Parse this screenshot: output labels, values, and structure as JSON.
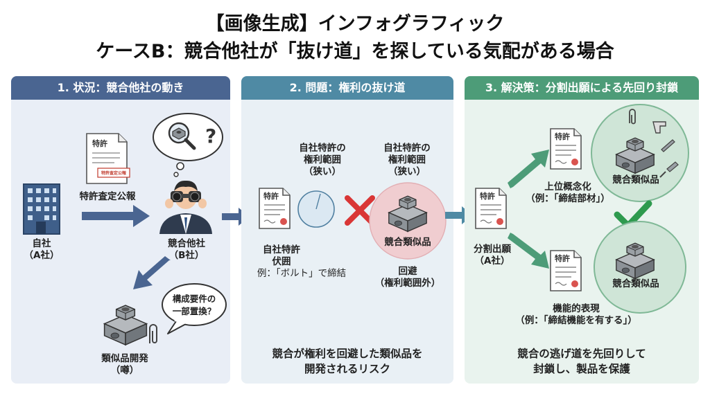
{
  "title": {
    "line1": "【画像生成】インフォグラフィック",
    "line2": "ケースB：競合他社が「抜け道」を探している気配がある場合"
  },
  "panels": [
    {
      "header": "1. 状況：競合他社の動き",
      "company": {
        "line1": "自社",
        "line2": "（A社）"
      },
      "document": {
        "doc_title": "特許",
        "stamp": "特許査定公報",
        "caption": "特許査定公報"
      },
      "competitor": {
        "line1": "競合他社",
        "line2": "（B社）"
      },
      "bubble": {
        "line1": "構成要件の",
        "line2": "一部置換？"
      },
      "similar": {
        "line1": "類似品開発",
        "line2": "（噂）"
      }
    },
    {
      "header": "2. 問題：権利の抜け道",
      "scope_left": {
        "line1": "自社特許の",
        "line2": "権利範囲",
        "line3": "（狭い）"
      },
      "scope_right": {
        "line1": "自社特許の",
        "line2": "権利範囲",
        "line3": "（狭い）"
      },
      "doc_title": "特許",
      "patent": {
        "line1": "自社特許",
        "line2": "伏囲",
        "line3": "例：「ボルト」で締結"
      },
      "product": "競合類似品",
      "avoid": {
        "line1": "回避",
        "line2": "（権利範囲外）"
      },
      "bottom": {
        "line1": "競合が権利を回避した類似品を",
        "line2": "開発されるリスク"
      }
    },
    {
      "header": "3. 解決策：分割出願による先回り封鎖",
      "doc_title": "特許",
      "divisional": {
        "line1": "分割出願",
        "line2": "（A社）"
      },
      "upper": {
        "line1": "上位概念化",
        "line2": "（例：「締結部材」）"
      },
      "product_top": "競合類似品",
      "product_bottom": "競合類似品",
      "functional": {
        "line1": "機能的表現",
        "line2": "（例：「締結機能を有する」）"
      },
      "bottom": {
        "line1": "競合の逃げ道を先回りして",
        "line2": "封鎖し、製品を保護"
      }
    }
  ],
  "colors": {
    "panel1": "#4a6591",
    "panel2": "#4f8aa4",
    "panel3": "#4d9c78",
    "cross": "#d93636",
    "check": "#2e9a4e"
  },
  "icons": [
    "building-icon",
    "document-icon",
    "binoculars-person-icon",
    "thought-bubble-icon",
    "magnifier-icon",
    "nut-block-icon",
    "paperclip-icon",
    "red-cross-icon",
    "check-icon",
    "screw-icon",
    "clamp-icon"
  ]
}
